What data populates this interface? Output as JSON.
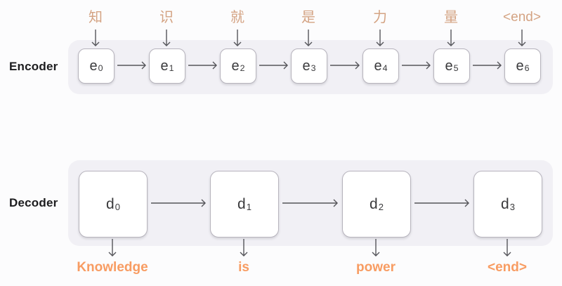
{
  "encoder": {
    "label": "Encoder",
    "inputs": [
      "知",
      "识",
      "就",
      "是",
      "力",
      "量",
      "<end>"
    ],
    "units": [
      {
        "base": "e",
        "sub": "0"
      },
      {
        "base": "e",
        "sub": "1"
      },
      {
        "base": "e",
        "sub": "2"
      },
      {
        "base": "e",
        "sub": "3"
      },
      {
        "base": "e",
        "sub": "4"
      },
      {
        "base": "e",
        "sub": "5"
      },
      {
        "base": "e",
        "sub": "6"
      }
    ]
  },
  "decoder": {
    "label": "Decoder",
    "units": [
      {
        "base": "d",
        "sub": "0"
      },
      {
        "base": "d",
        "sub": "1"
      },
      {
        "base": "d",
        "sub": "2"
      },
      {
        "base": "d",
        "sub": "3"
      }
    ],
    "outputs": [
      "Knowledge",
      "is",
      "power",
      "<end>"
    ]
  },
  "colors": {
    "page_bg": "#fcfcfd",
    "panel_bg": "#f1f0f5",
    "box_border": "#b7b4bd",
    "box_text": "#3a3a3c",
    "arrow": "#55555a",
    "input_token": "#d4a383",
    "output_token": "#f89c62",
    "side_label": "#1c1c1e"
  }
}
